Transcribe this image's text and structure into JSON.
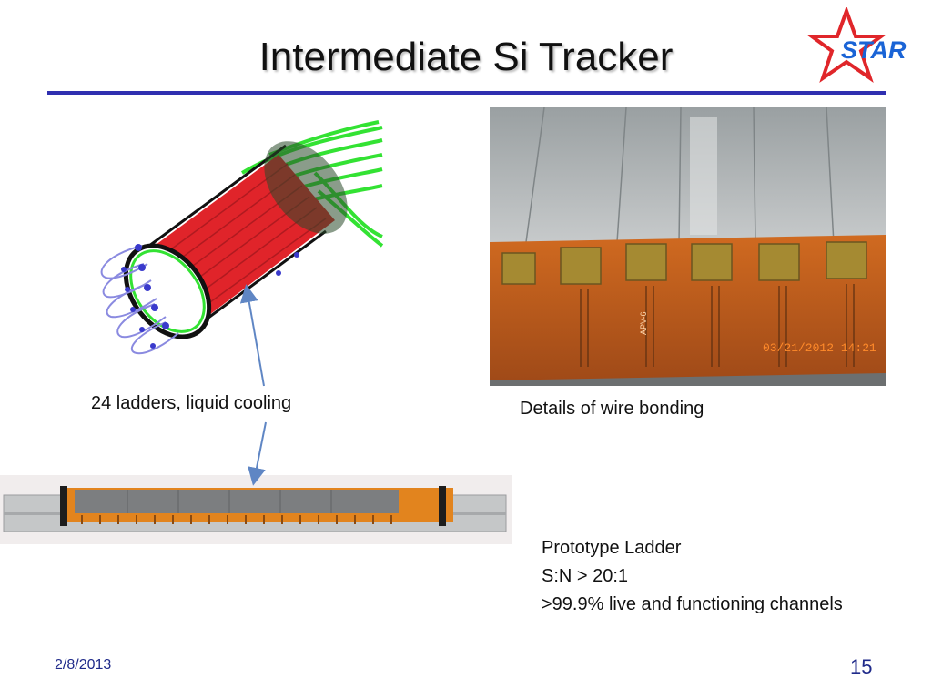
{
  "slide": {
    "title": "Intermediate Si Tracker",
    "caption_barrel": "24 ladders, liquid cooling",
    "caption_photo": "Details of wire bonding",
    "prototype_lines": [
      "Prototype Ladder",
      "S:N > 20:1",
      ">99.9% live and functioning channels"
    ],
    "date": "2/8/2013",
    "page_number": "15"
  },
  "logo": {
    "text": "STAR",
    "star_color": "#e0262a",
    "text_color": "#1a64d6"
  },
  "photo": {
    "timestamp": "03/21/2012 14:21",
    "chip_label": "APV-6"
  },
  "colors": {
    "rule": "#2f2fb0",
    "barrel_red": "#e0242a",
    "cooling_green": "#33e233",
    "arrow": "#5f86c4",
    "footer": "#1f2a8a"
  }
}
